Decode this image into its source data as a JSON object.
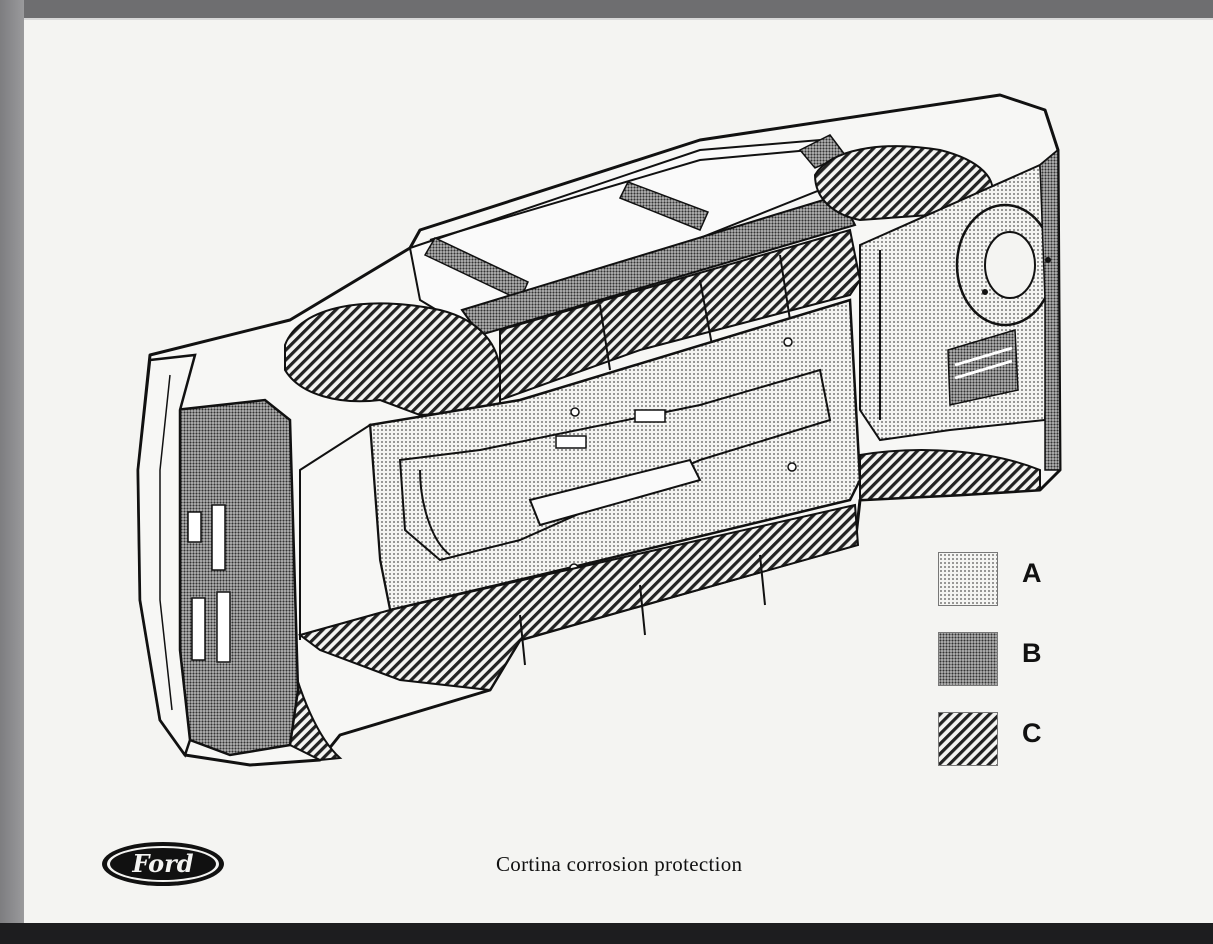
{
  "caption": "Cortina corrosion protection",
  "logo": {
    "text": "Ford",
    "icon": "ford-oval-logo"
  },
  "legend": [
    {
      "label": "A",
      "pattern": "fine-dots"
    },
    {
      "label": "B",
      "pattern": "dense-crosshatch"
    },
    {
      "label": "C",
      "pattern": "diagonal-hatch"
    }
  ],
  "colors": {
    "ink": "#111111",
    "paper": "#f4f4f2",
    "frame": "#8a8a8c"
  }
}
